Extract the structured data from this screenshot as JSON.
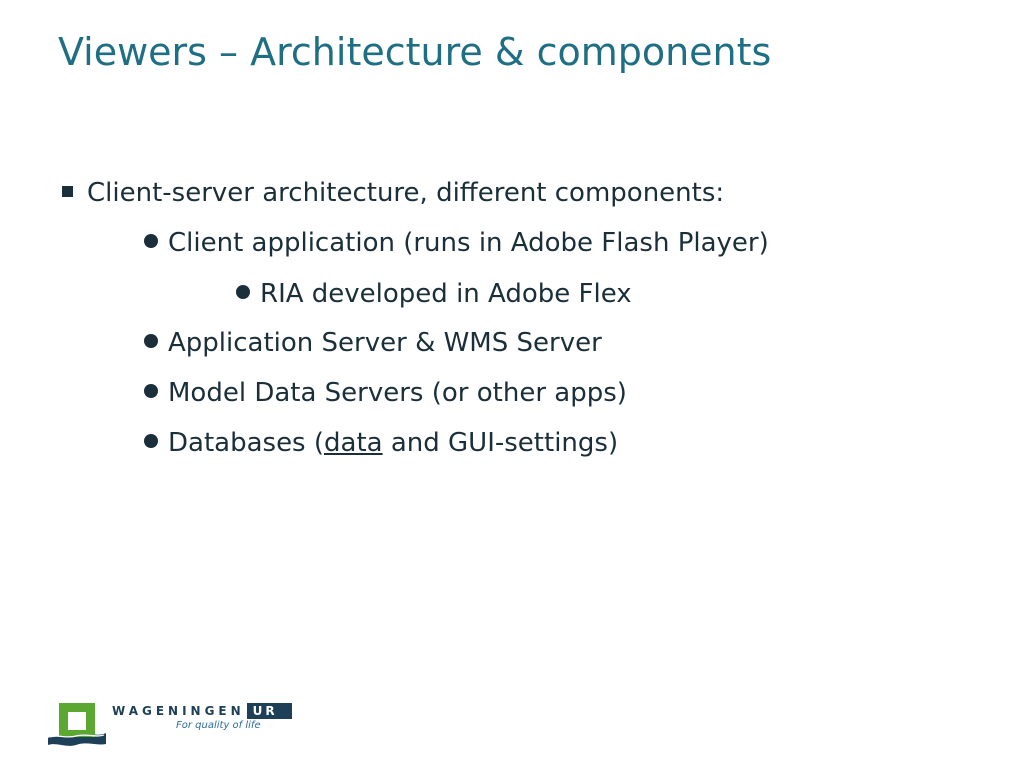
{
  "slide": {
    "title": "Viewers – Architecture & components",
    "bullets": [
      {
        "level": 1,
        "text": "Client-server architecture, different components:"
      },
      {
        "level": 2,
        "text": "Client application (runs in Adobe Flash Player)"
      },
      {
        "level": 3,
        "text": "RIA developed in Adobe Flex"
      },
      {
        "level": 2,
        "text": "Application Server & WMS Server"
      },
      {
        "level": 2,
        "text": "Model Data Servers (or other apps)"
      },
      {
        "level": 2,
        "prefix": "Databases (",
        "link": "data",
        "suffix": " and GUI-settings)"
      }
    ]
  },
  "logo": {
    "name": "WAGENINGEN",
    "suffix": "UR",
    "tagline": "For quality of life",
    "colors": {
      "green": "#5aa832",
      "navy": "#1d3f57",
      "tagline": "#2b6f9a"
    }
  },
  "colors": {
    "title": "#1f6f84",
    "body_text": "#1b2f3a"
  }
}
